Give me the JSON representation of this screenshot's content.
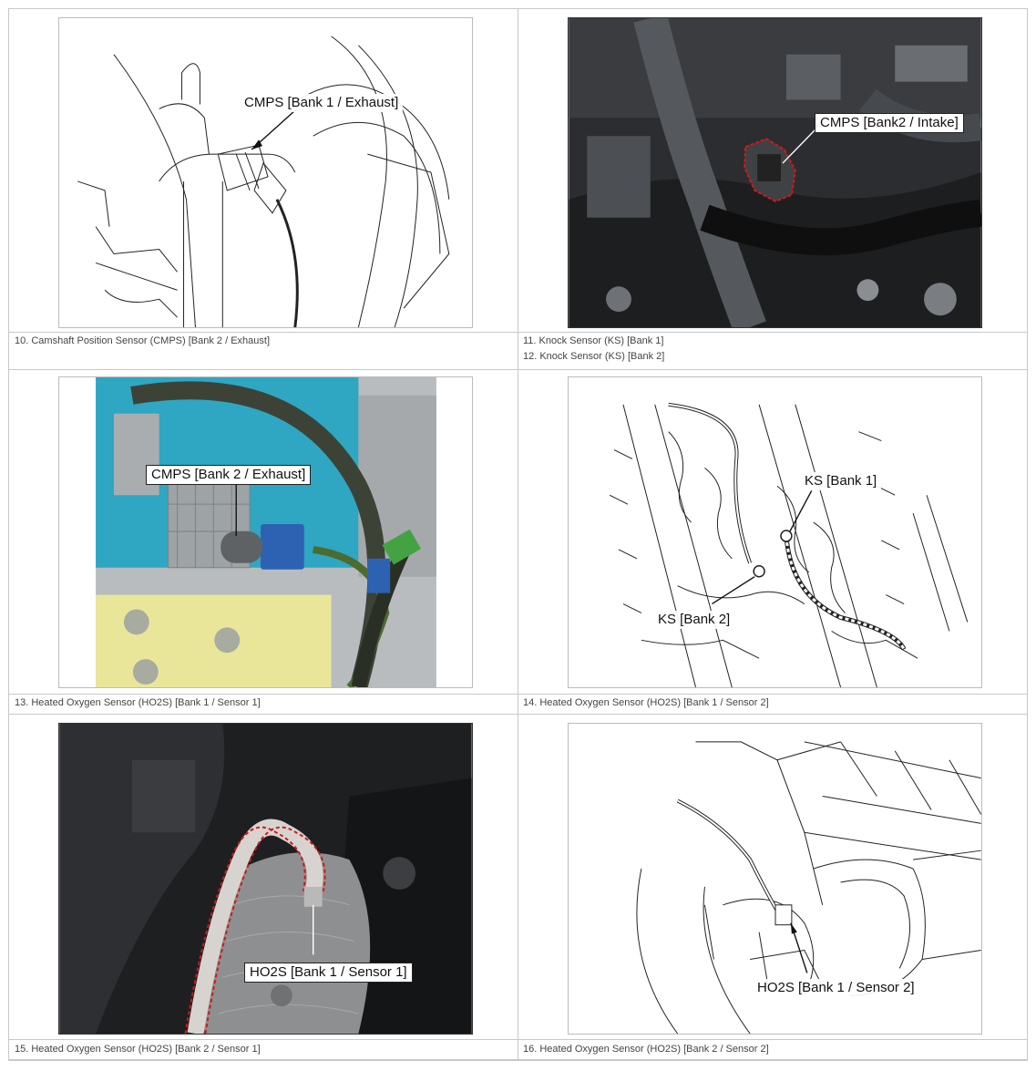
{
  "figures": [
    {
      "label": "CMPS [Bank 1 / Exhaust]"
    },
    {
      "label": "CMPS [Bank2 / Intake]"
    },
    {
      "label": "CMPS [Bank 2 / Exhaust]"
    },
    {
      "label_1": "KS [Bank 1]",
      "label_2": "KS [Bank 2]"
    },
    {
      "label": "HO2S [Bank 1 / Sensor 1]"
    },
    {
      "label": "HO2S [Bank 1 / Sensor 2]"
    }
  ],
  "captions": [
    "10. Camshaft Position Sensor (CMPS) [Bank 2 / Exhaust]",
    "11. Knock Sensor (KS) [Bank 1]",
    "12. Knock Sensor (KS) [Bank 2]",
    "13. Heated Oxygen Sensor (HO2S) [Bank 1 / Sensor 1]",
    "14. Heated Oxygen Sensor (HO2S) [Bank 1 / Sensor 2]",
    "15. Heated Oxygen Sensor (HO2S) [Bank 2 / Sensor 1]",
    "16. Heated Oxygen Sensor (HO2S) [Bank 2 / Sensor 2]"
  ]
}
